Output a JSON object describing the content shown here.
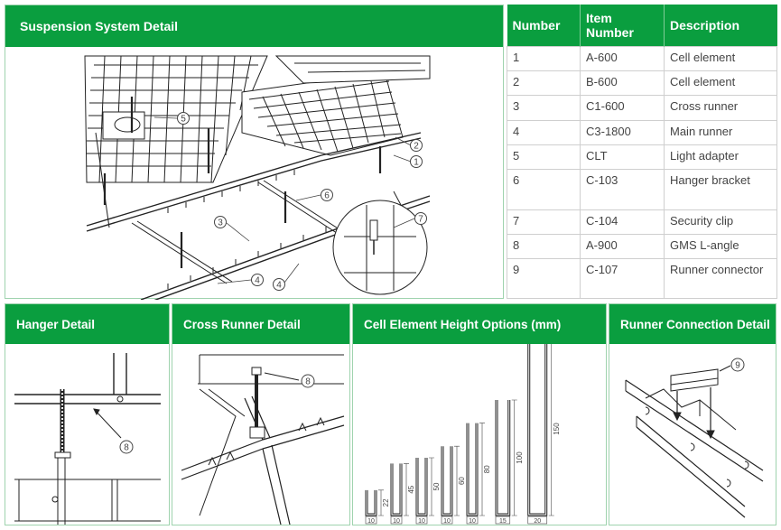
{
  "suspension": {
    "title": "Suspension System Detail",
    "callouts": [
      "5",
      "6",
      "3",
      "2",
      "1",
      "7",
      "4",
      "4"
    ]
  },
  "table": {
    "headers": [
      "Number",
      "Item Number",
      "Description"
    ],
    "rows": [
      [
        "1",
        "A-600",
        "Cell element"
      ],
      [
        "2",
        "B-600",
        "Cell element"
      ],
      [
        "3",
        "C1-600",
        "Cross runner"
      ],
      [
        "4",
        "C3-1800",
        "Main runner"
      ],
      [
        "5",
        "CLT",
        "Light adapter"
      ],
      [
        "6",
        "C-103",
        "Hanger bracket"
      ],
      [
        "7",
        "C-104",
        "Security clip"
      ],
      [
        "8",
        "A-900",
        "GMS L-angle"
      ],
      [
        "9",
        "C-107",
        "Runner connector"
      ]
    ]
  },
  "hanger": {
    "title": "Hanger Detail",
    "callout": "8"
  },
  "cross_runner": {
    "title": "Cross Runner Detail",
    "callout": "8"
  },
  "heights": {
    "title": "Cell Element Height Options (mm)",
    "profiles": [
      {
        "height": "22",
        "width": "10"
      },
      {
        "height": "45",
        "width": "10"
      },
      {
        "height": "50",
        "width": "10"
      },
      {
        "height": "60",
        "width": "10"
      },
      {
        "height": "80",
        "width": "10"
      },
      {
        "height": "100",
        "width": "15"
      },
      {
        "height": "150",
        "width": "20"
      }
    ]
  },
  "connection": {
    "title": "Runner Connection Detail",
    "callout": "9"
  },
  "colors": {
    "header_green": "#0a9e3f",
    "line": "#222222",
    "grid_line": "#cfcfcf"
  }
}
